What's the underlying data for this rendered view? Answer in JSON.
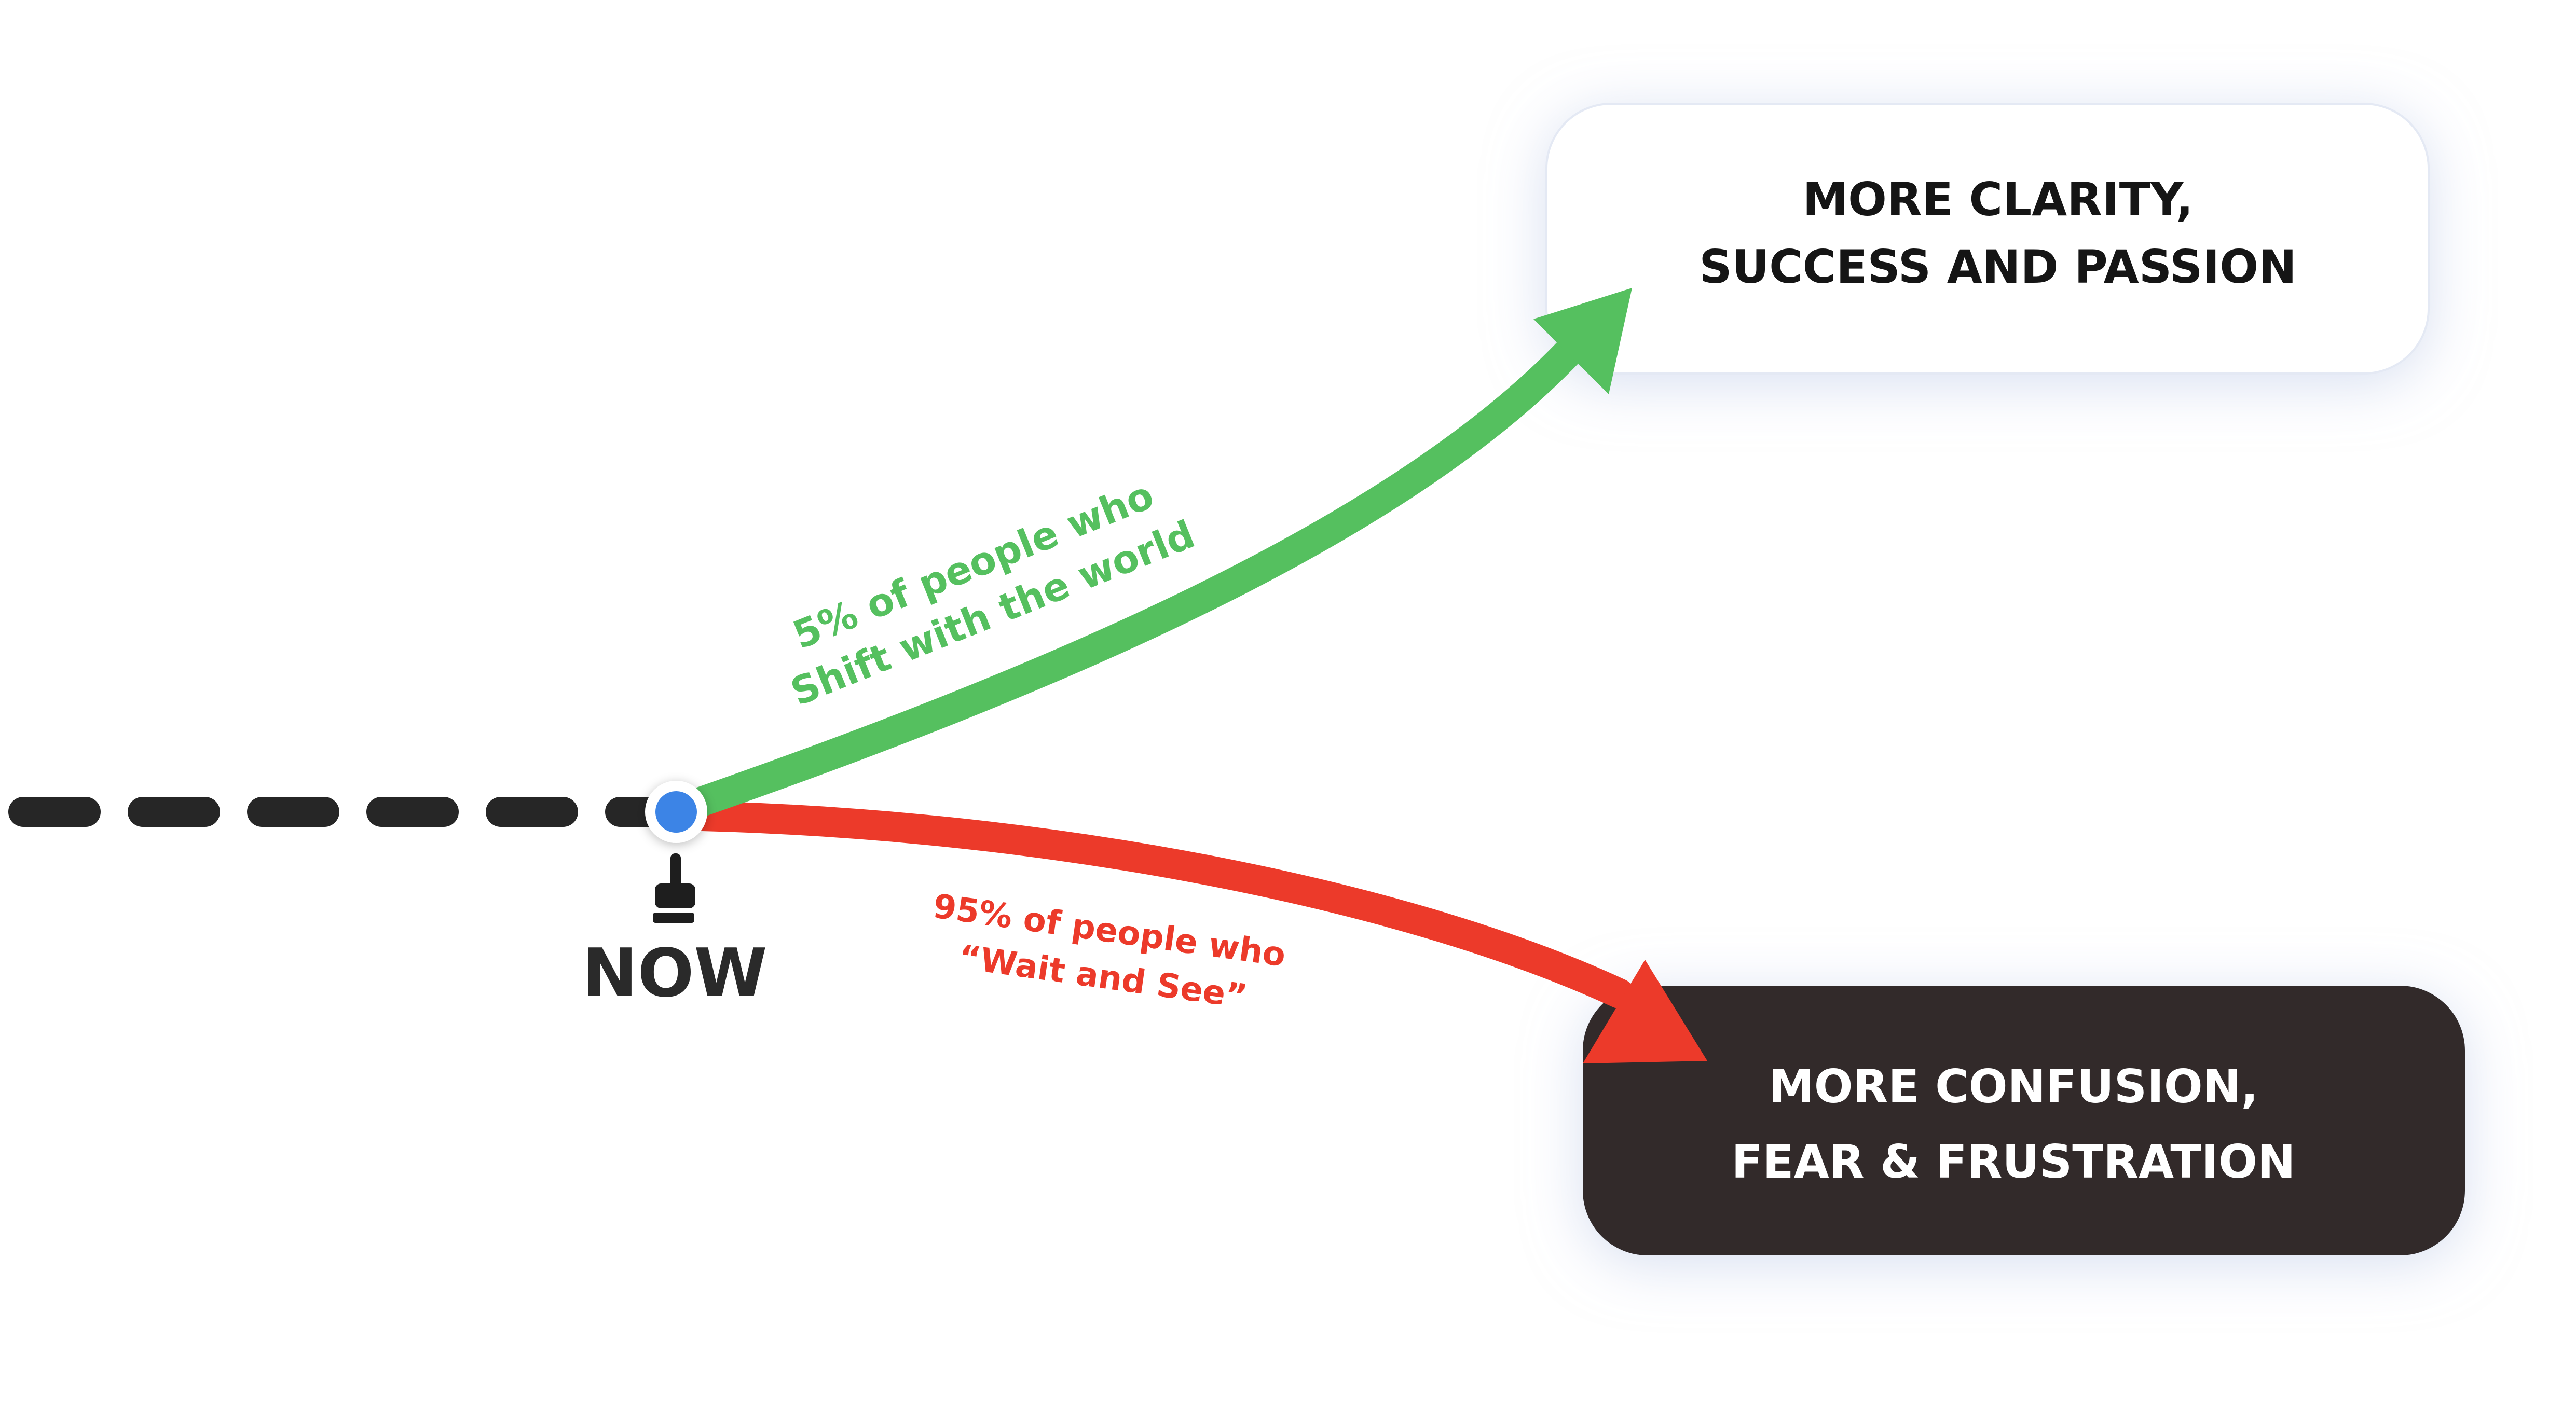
{
  "colors": {
    "good_path": "#55c05f",
    "bad_path": "#ec3a2a",
    "dash_line": "#262626",
    "now_dot": "#3c84e6",
    "light_box_bg": "#ffffff",
    "dark_box_bg": "#302b2b",
    "now_text": "#2a2a2a"
  },
  "icons": {
    "now_marker": "pointing-down-hand-icon"
  },
  "now": {
    "label": "NOW"
  },
  "good_path": {
    "label_line1": "5% of people who",
    "label_line2": "Shift with the world"
  },
  "bad_path": {
    "label_line1": "95% of people who",
    "label_line2": "“Wait and See”"
  },
  "outcome_good": {
    "line1": "MORE CLARITY,",
    "line2": "SUCCESS AND PASSION"
  },
  "outcome_bad": {
    "line1": "MORE CONFUSION,",
    "line2": "FEAR & FRUSTRATION"
  }
}
